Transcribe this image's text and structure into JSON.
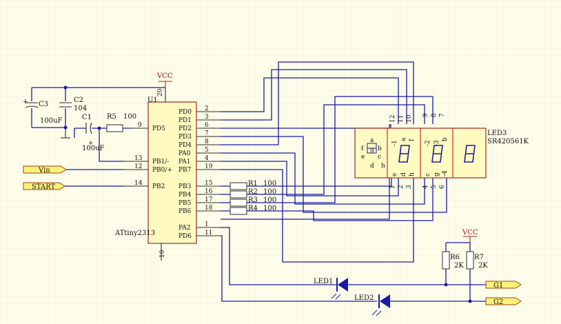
{
  "mcu": {
    "ref": "U1",
    "part": "ATtiny2313",
    "pin_vcc": "20",
    "pin_gnd": "10",
    "pins_right": [
      {
        "name": "PD0",
        "num": "2"
      },
      {
        "name": "PD1",
        "num": "3"
      },
      {
        "name": "PD2",
        "num": "6"
      },
      {
        "name": "PD3",
        "num": "7"
      },
      {
        "name": "PD4",
        "num": "8"
      },
      {
        "name": "PA0",
        "num": "5"
      },
      {
        "name": "PA1",
        "num": "4"
      },
      {
        "name": "PB7",
        "num": "19"
      },
      {
        "name": "PB3",
        "num": "15"
      },
      {
        "name": "PB4",
        "num": "16"
      },
      {
        "name": "PB5",
        "num": "17"
      },
      {
        "name": "PB6",
        "num": "18"
      },
      {
        "name": "PA2",
        "num": "1"
      },
      {
        "name": "PD6",
        "num": "11"
      }
    ],
    "pins_left": [
      {
        "name": "PD5",
        "num": "9"
      },
      {
        "name": "PB1/-",
        "num": "13"
      },
      {
        "name": "PB0/+",
        "num": "12"
      },
      {
        "name": "PB2",
        "num": "14"
      }
    ]
  },
  "power": {
    "vcc_top": "VCC",
    "vcc_right": "VCC"
  },
  "caps": {
    "c3": {
      "ref": "C3",
      "value": "100uF"
    },
    "c2": {
      "ref": "C2",
      "value": "104"
    },
    "c1": {
      "ref": "C1",
      "value": "100uF"
    }
  },
  "resistors": {
    "r5": {
      "ref": "R5",
      "value": "100"
    },
    "r1": {
      "ref": "R1",
      "value": "100"
    },
    "r2": {
      "ref": "R2",
      "value": "100"
    },
    "r3": {
      "ref": "R3",
      "value": "100"
    },
    "r4": {
      "ref": "R4",
      "value": "100"
    },
    "r6": {
      "ref": "R6",
      "value": "2K"
    },
    "r7": {
      "ref": "R7",
      "value": "2K"
    }
  },
  "ports": {
    "vin": "Vin",
    "start": "START",
    "g1": "G1",
    "g2": "G2"
  },
  "leds": {
    "led1": "LED1",
    "led2": "LED2"
  },
  "display": {
    "ref": "LED3",
    "part": "SR420561K",
    "legend": {
      "a": "a",
      "f": "f",
      "g": "g",
      "b": "b",
      "e": "e",
      "c": "c",
      "d": "d",
      "h": "h"
    },
    "top_pins": [
      "12",
      "11",
      "10",
      "9",
      "8",
      "7"
    ],
    "bottom_pins": [
      "1",
      "2",
      "3",
      "4",
      "5",
      "6"
    ],
    "digit_inner": {
      "top1": "-1",
      "top2": "a",
      "top3": "f",
      "top4": "-2",
      "top5": "-3",
      "top6": "b",
      "bot1": "e",
      "bot2": "d",
      "bot3": "h",
      "bot4": "c",
      "bot5": "g",
      "bot6": "-4"
    }
  }
}
